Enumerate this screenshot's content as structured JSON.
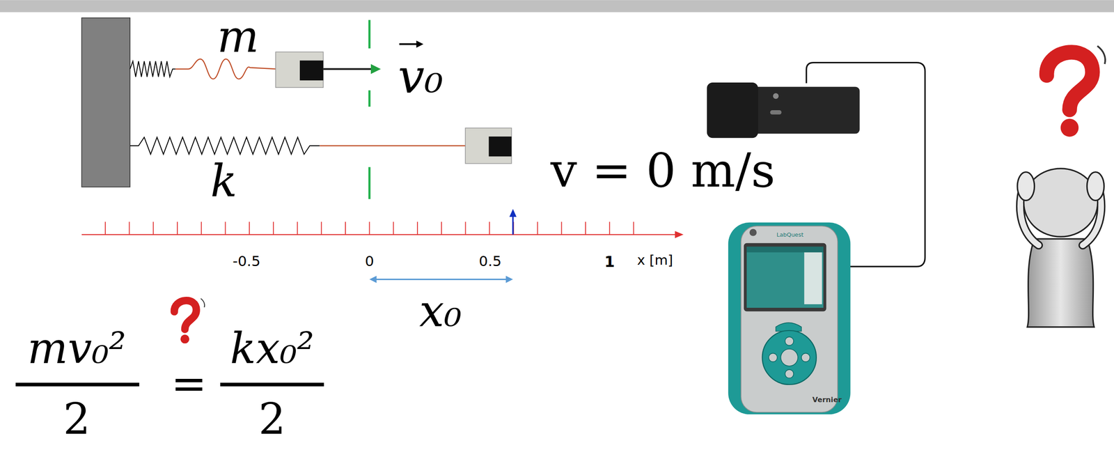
{
  "diagram": {
    "labels": [
      "m",
      "v₀",
      "k",
      "v = 0 m/s",
      "-0.5",
      "0",
      "0.5",
      "1",
      "x [m]",
      "x₀",
      "mv₀²",
      "2",
      "=",
      "kx₀²",
      "2",
      "LabQuest",
      "Vernier"
    ]
  }
}
